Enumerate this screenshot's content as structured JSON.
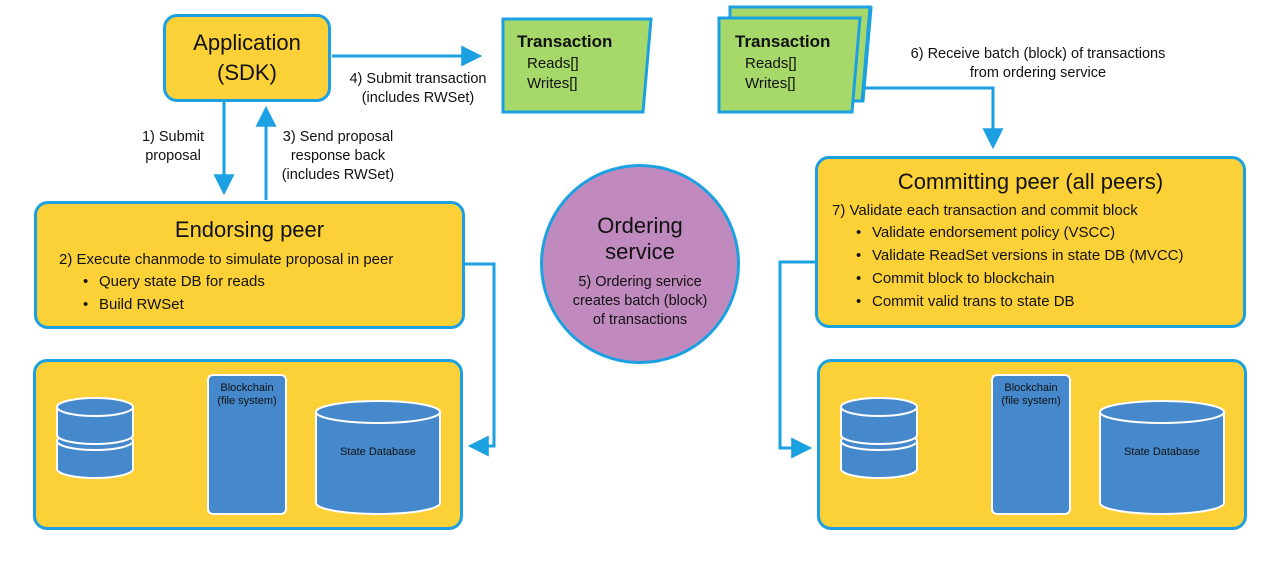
{
  "application": {
    "title_line1": "Application",
    "title_line2": "(SDK)"
  },
  "steps": {
    "submit_proposal_1": "1) Submit",
    "submit_proposal_2": "proposal",
    "send_response_1": "3) Send proposal",
    "send_response_2": "response back",
    "send_response_3": "(includes RWSet)",
    "submit_tx_1": "4) Submit transaction",
    "submit_tx_2": "(includes RWSet)",
    "receive_batch_1": "6) Receive batch (block) of transactions",
    "receive_batch_2": "from ordering service"
  },
  "transaction": {
    "title": "Transaction",
    "reads": "Reads[]",
    "writes": "Writes[]"
  },
  "endorsing_peer": {
    "title": "Endorsing peer",
    "step": "2) Execute chanmode to simulate proposal in peer",
    "bullets": [
      "Query state DB for reads",
      "Build RWSet"
    ]
  },
  "ordering": {
    "title_line1": "Ordering",
    "title_line2": "service",
    "desc_line1": "5) Ordering service",
    "desc_line2": "creates batch (block)",
    "desc_line3": "of transactions"
  },
  "committing_peer": {
    "title": "Committing peer (all peers)",
    "step": "7) Validate each transaction and commit block",
    "bullets": [
      "Validate endorsement policy (VSCC)",
      "Validate ReadSet versions in state DB (MVCC)",
      "Commit block to blockchain",
      "Commit valid trans to state DB"
    ]
  },
  "storage": {
    "blockchain_line1": "Blockchain",
    "blockchain_line2": "(file system)",
    "state_db": "State Database"
  },
  "colors": {
    "box_fill": "#fcd138",
    "box_border": "#1ba1e2",
    "transaction_fill": "#a6d96a",
    "ordering_fill": "#c08abf",
    "storage_fill": "#4589cc",
    "arrow": "#1ba1e2"
  }
}
